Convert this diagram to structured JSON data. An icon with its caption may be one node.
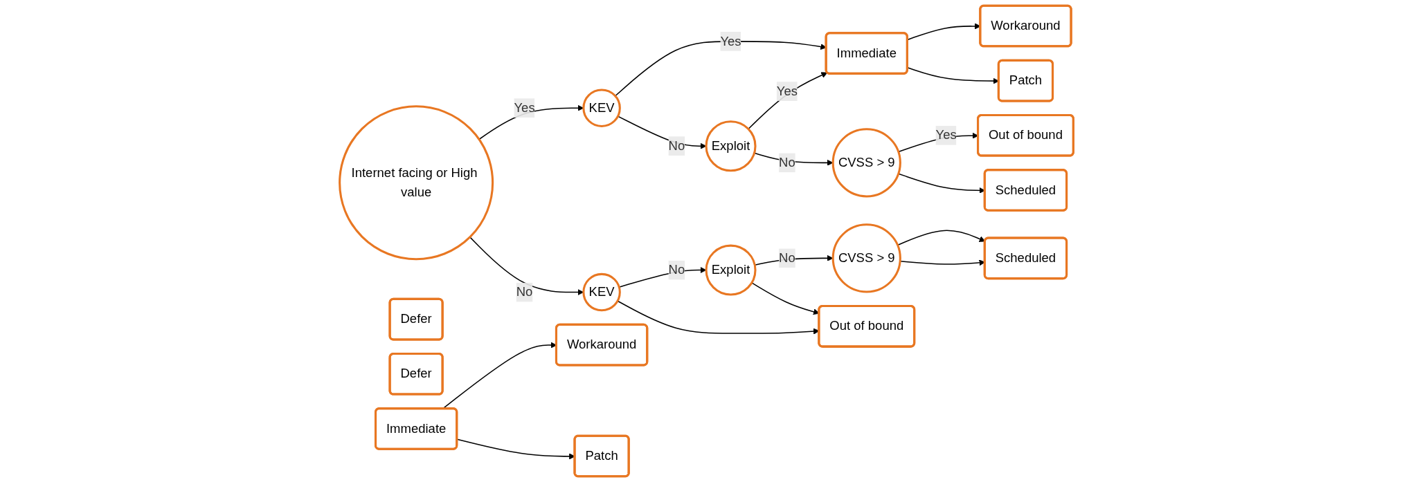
{
  "diagram": {
    "nodes": [
      {
        "text": [
          "Internet facing or High value"
        ]
      },
      {
        "text": [
          "KEV"
        ]
      },
      {
        "text": [
          "Exploit"
        ]
      },
      {
        "text": [
          "CVSS > 9"
        ]
      },
      {
        "text": [
          "Immediate"
        ]
      },
      {
        "text": [
          "Workaround"
        ]
      },
      {
        "text": [
          "Patch"
        ]
      },
      {
        "text": [
          "Out of bound"
        ]
      },
      {
        "text": [
          "Scheduled"
        ]
      },
      {
        "text": [
          "Defer"
        ]
      },
      {
        "text": [
          "KEV"
        ]
      },
      {
        "text": [
          "Exploit"
        ]
      },
      {
        "text": [
          "CVSS > 9"
        ]
      },
      {
        "text": [
          "Defer"
        ]
      },
      {
        "text": [
          "Scheduled"
        ]
      },
      {
        "text": [
          "Out of bound"
        ]
      },
      {
        "text": [
          "Immediate"
        ]
      },
      {
        "text": [
          "Workaround"
        ]
      },
      {
        "text": [
          "Patch"
        ]
      }
    ],
    "edges": [
      {
        "from": 0,
        "to": 1,
        "arrow": "to",
        "label": "Yes"
      },
      {
        "from": 0,
        "to": 10,
        "arrow": "to",
        "label": "No"
      },
      {
        "from": 1,
        "to": 4,
        "arrow": "to",
        "label": "Yes"
      },
      {
        "from": 1,
        "to": 2,
        "arrow": "to",
        "label": "No"
      },
      {
        "from": 2,
        "to": 4,
        "arrow": "to",
        "label": "Yes"
      },
      {
        "from": 2,
        "to": 3,
        "arrow": "to",
        "label": "No"
      },
      {
        "from": 3,
        "to": 7,
        "arrow": "to",
        "label": "Yes"
      },
      {
        "from": 3,
        "to": 8,
        "arrow": "to"
      },
      {
        "from": 4,
        "to": 5,
        "arrow": "to"
      },
      {
        "from": 4,
        "to": 6,
        "arrow": "to"
      },
      {
        "from": 10,
        "to": 11,
        "arrow": "to",
        "label": "No"
      },
      {
        "from": 10,
        "to": 15,
        "arrow": "to"
      },
      {
        "from": 11,
        "to": 12,
        "arrow": "to",
        "label": "No"
      },
      {
        "from": 11,
        "to": 15,
        "arrow": "to"
      },
      {
        "from": 12,
        "to": 14,
        "arrow": "to"
      },
      {
        "from": 12,
        "to": 14,
        "arrow": "to"
      },
      {
        "from": 16,
        "to": 17,
        "arrow": "to"
      },
      {
        "from": 16,
        "to": 18,
        "arrow": "to"
      }
    ]
  }
}
